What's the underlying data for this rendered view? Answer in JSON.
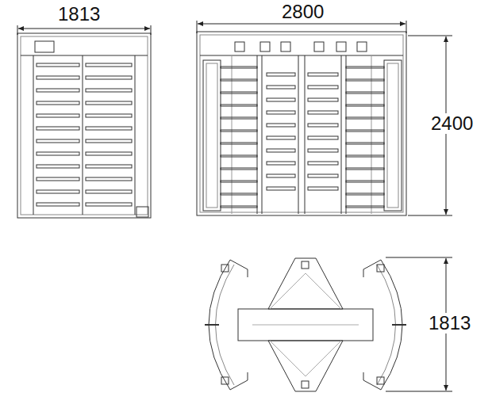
{
  "diagram": {
    "labels": [
      "1813",
      "2800",
      "2400",
      "1813"
    ]
  }
}
